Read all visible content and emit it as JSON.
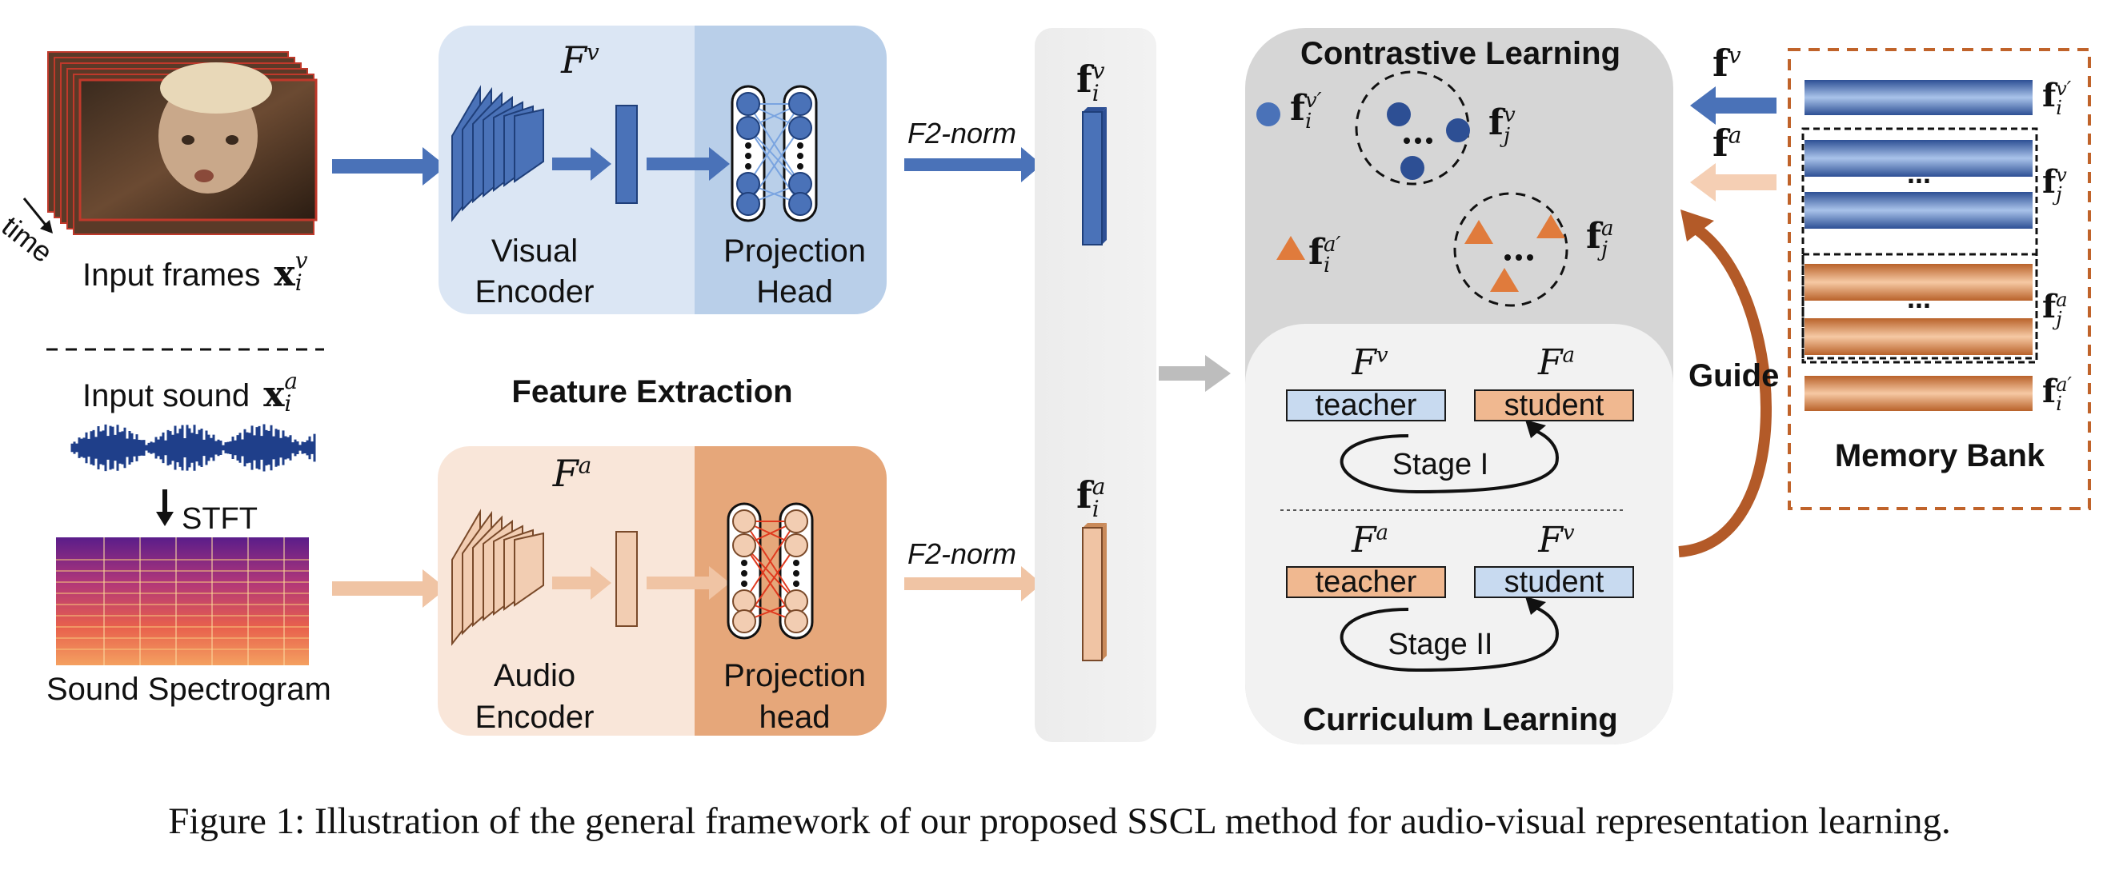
{
  "input": {
    "time_label": "time",
    "frames_label": "Input frames",
    "frames_symbol": "x",
    "frames_sup": "v",
    "frames_sub": "i",
    "sound_label": "Input sound",
    "sound_symbol": "x",
    "sound_sup": "a",
    "sound_sub": "i",
    "stft_label": "STFT",
    "spectrogram_label": "Sound Spectrogram"
  },
  "feature_extraction": {
    "title": "Feature Extraction",
    "visual_encoder_fn": "F",
    "visual_encoder_fn_sup": "v",
    "visual_encoder_line1": "Visual",
    "visual_encoder_line2": "Encoder",
    "visual_proj_line1": "Projection",
    "visual_proj_line2": "Head",
    "audio_encoder_fn": "F",
    "audio_encoder_fn_sup": "a",
    "audio_encoder_line1": "Audio",
    "audio_encoder_line2": "Encoder",
    "audio_proj_line1": "Projection",
    "audio_proj_line2": "head"
  },
  "norm": {
    "visual_label": "F2-norm",
    "audio_label": "F2-norm",
    "visual_feature": "f",
    "visual_feature_sup": "v",
    "visual_feature_sub": "i",
    "audio_feature": "f",
    "audio_feature_sup": "a",
    "audio_feature_sub": "i"
  },
  "contrastive": {
    "title": "Contrastive Learning",
    "fi_v_prime": "f",
    "fi_v_prime_sup": "v′",
    "fi_v_prime_sub": "i",
    "fj_v": "f",
    "fj_v_sup": "v",
    "fj_v_sub": "j",
    "fi_a_prime": "f",
    "fi_a_prime_sup": "a′",
    "fi_a_prime_sub": "i",
    "fj_a": "f",
    "fj_a_sup": "a",
    "fj_a_sub": "j",
    "dots": "..."
  },
  "curriculum": {
    "title": "Curriculum Learning",
    "stage1_teacher_fn": "F",
    "stage1_teacher_fn_sup": "v",
    "stage1_student_fn": "F",
    "stage1_student_fn_sup": "a",
    "stage1_teacher": "teacher",
    "stage1_student": "student",
    "stage1_label": "Stage I",
    "stage2_teacher_fn": "F",
    "stage2_teacher_fn_sup": "a",
    "stage2_student_fn": "F",
    "stage2_student_fn_sup": "v",
    "stage2_teacher": "teacher",
    "stage2_student": "student",
    "stage2_label": "Stage II"
  },
  "guide": {
    "label": "Guide",
    "fv": "f",
    "fv_sup": "v",
    "fa": "f",
    "fa_sup": "a"
  },
  "memory_bank": {
    "title": "Memory Bank",
    "fi_v_prime": "f",
    "fi_v_prime_sup": "v′",
    "fi_v_prime_sub": "i",
    "fj_v": "f",
    "fj_v_sup": "v",
    "fj_v_sub": "j",
    "fj_a": "f",
    "fj_a_sup": "a",
    "fj_a_sub": "j",
    "fi_a_prime": "f",
    "fi_a_prime_sup": "a′",
    "fi_a_prime_sub": "i",
    "dots": "..."
  },
  "caption": "Figure 1: Illustration of the general framework of our proposed SSCL method for audio-visual representation learning.",
  "colors": {
    "visual_blue": "#4a72b8",
    "visual_blue_light": "#dbe6f4",
    "visual_blue_mid": "#b9cfe9",
    "audio_orange": "#e08a4c",
    "audio_orange_light": "#f9e6d9",
    "audio_orange_mid": "#f0c4a4",
    "panel_gray": "#e0e0e0",
    "memory_border": "#c0632a",
    "guide_arrow": "#b35a28"
  }
}
